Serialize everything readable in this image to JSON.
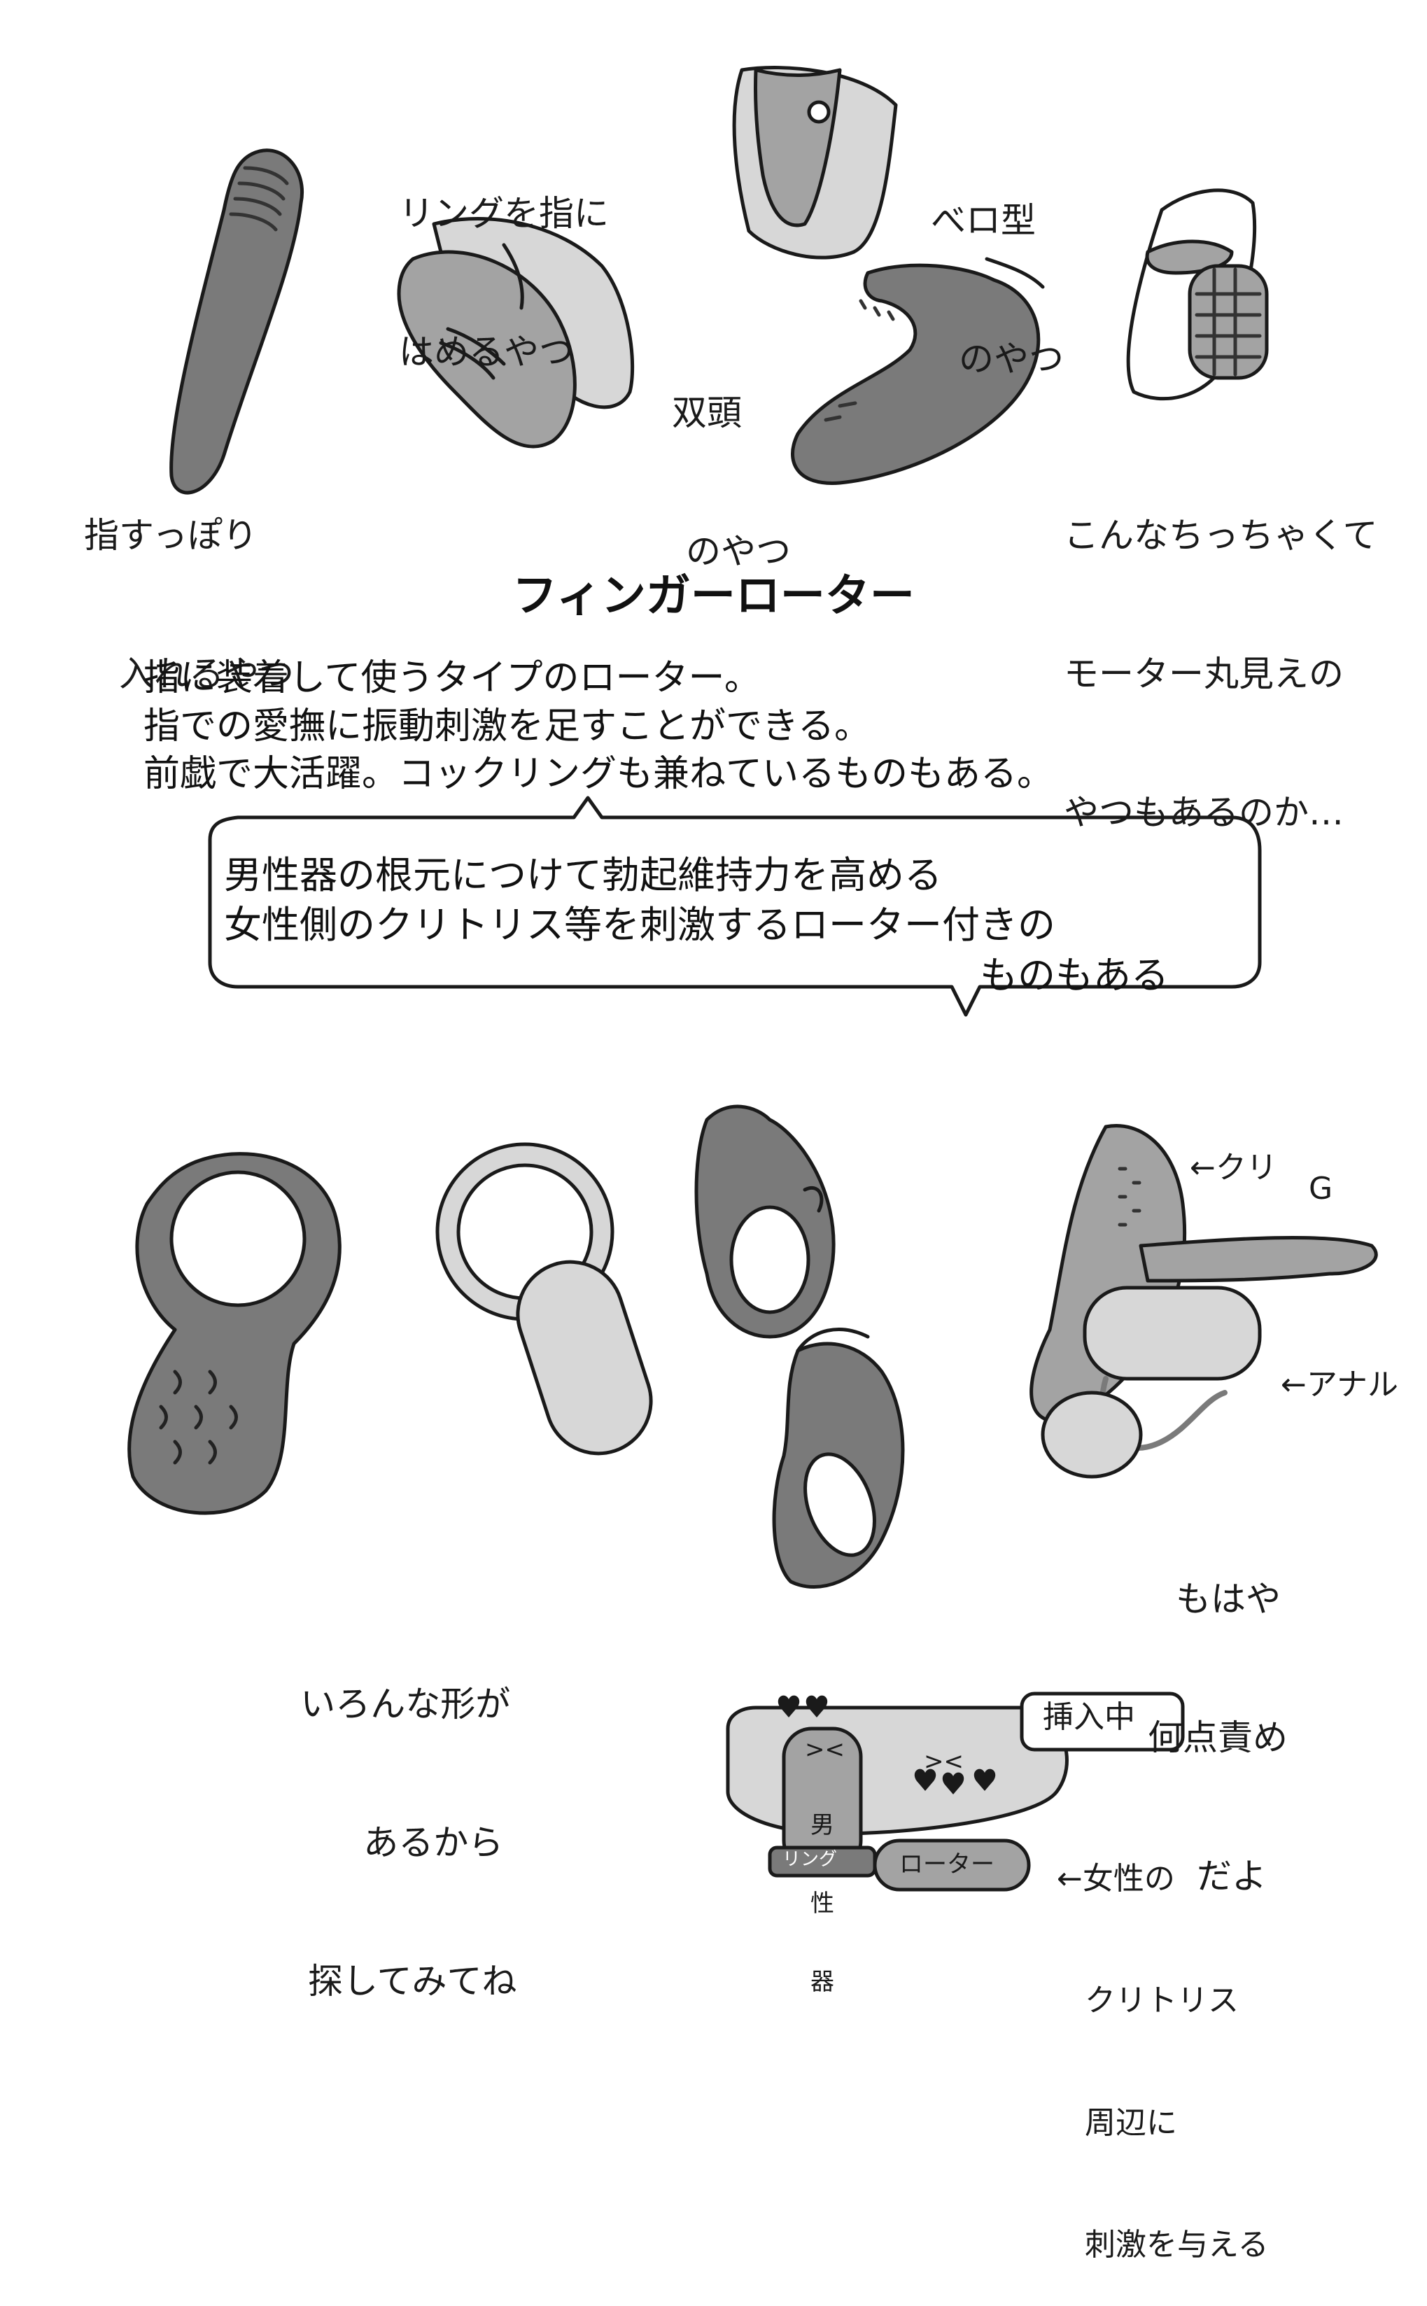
{
  "top_notes": {
    "finger_sheath": [
      "指すっぽり",
      "入れるやつ"
    ],
    "ring_on_finger": [
      "リングを指に",
      "はめるやつ"
    ],
    "tongue_type": [
      "べロ型",
      "のやつ"
    ],
    "double_head": [
      "双頭",
      "のやつ"
    ],
    "tiny_motor": [
      "こんなちっちゃくて",
      "モーター丸見えの",
      "やつもあるのか…"
    ]
  },
  "section": {
    "title": "フィンガーローター",
    "body": [
      "指に装着して使うタイプのローター。",
      "指での愛撫に振動刺激を足すことができる。",
      "前戯で大活躍。コックリングも兼ねているものもある。"
    ],
    "bubble": [
      "男性器の根元につけて勃起維持力を高める",
      "女性側のクリトリス等を刺激するローター付きの",
      "ものもある"
    ]
  },
  "lower_notes": {
    "variety": [
      "いろんな形が",
      "あるから",
      "探してみてね"
    ],
    "clit_label": "←クリ",
    "g_label": "G",
    "anal_label": "←アナル",
    "multi_point": [
      "もはや",
      "何点責め",
      "だよ"
    ]
  },
  "diagram": {
    "inserting_badge": "挿入中",
    "penis_label": [
      "男",
      "性",
      "器"
    ],
    "face_top": "><",
    "face_mid": "><",
    "ring_label": "リング",
    "rotor_label": "ローター",
    "female_note": [
      "←女性の",
      "クリトリス",
      "周辺に",
      "刺激を与える"
    ]
  },
  "colors": {
    "dark_gray": "#7a7a7a",
    "mid_gray": "#a3a3a3",
    "light_gray": "#d7d7d7",
    "ink": "#1a1a1a"
  }
}
